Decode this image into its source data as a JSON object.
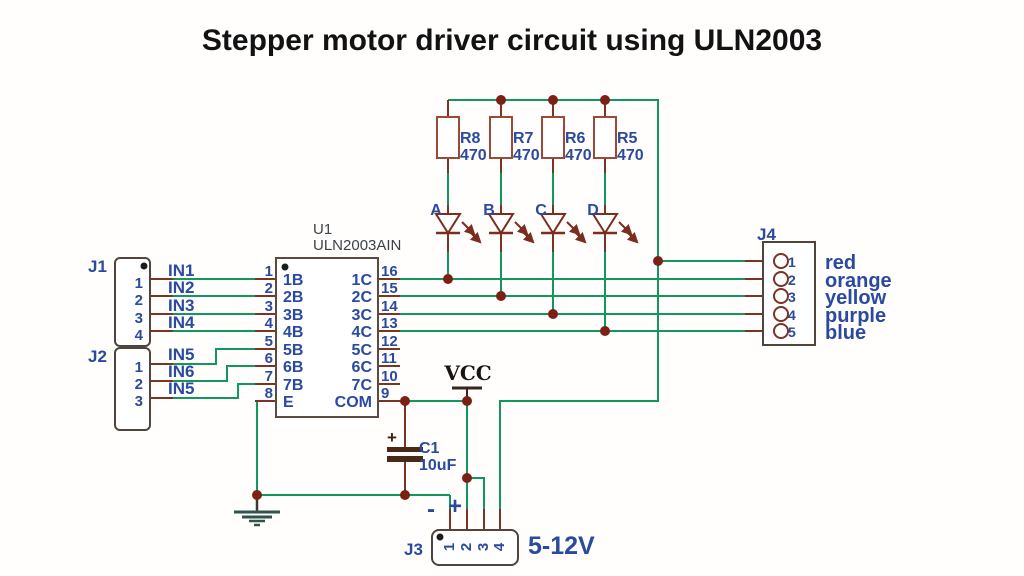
{
  "title": "Stepper motor driver circuit using ULN2003",
  "colors": {
    "wire_green": "#12985f",
    "component_red_brown": "#7b3322",
    "junction_dot": "#7b2014",
    "label_blue": "#2a4aa0",
    "title_black": "#121212"
  },
  "ic": {
    "ref": "U1",
    "part": "ULN2003AIN",
    "left_pins": [
      {
        "num": "1",
        "label": "1B"
      },
      {
        "num": "2",
        "label": "2B"
      },
      {
        "num": "3",
        "label": "3B"
      },
      {
        "num": "4",
        "label": "4B"
      },
      {
        "num": "5",
        "label": "5B"
      },
      {
        "num": "6",
        "label": "6B"
      },
      {
        "num": "7",
        "label": "7B"
      },
      {
        "num": "8",
        "label": "E"
      }
    ],
    "right_pins": [
      {
        "num": "16",
        "label": "1C"
      },
      {
        "num": "15",
        "label": "2C"
      },
      {
        "num": "14",
        "label": "3C"
      },
      {
        "num": "13",
        "label": "4C"
      },
      {
        "num": "12",
        "label": "5C"
      },
      {
        "num": "11",
        "label": "6C"
      },
      {
        "num": "10",
        "label": "7C"
      },
      {
        "num": "9",
        "label": "COM"
      }
    ]
  },
  "connectors": {
    "j1": {
      "ref": "J1",
      "pins": [
        "1",
        "2",
        "3",
        "4"
      ],
      "nets": [
        "IN1",
        "IN2",
        "IN3",
        "IN4"
      ]
    },
    "j2": {
      "ref": "J2",
      "pins": [
        "1",
        "2",
        "3"
      ],
      "nets": [
        "IN5",
        "IN6",
        "IN5"
      ]
    },
    "j3": {
      "ref": "J3",
      "pins": [
        "1",
        "2",
        "3",
        "4"
      ],
      "minus": "-",
      "plus": "+",
      "voltage": "5-12V"
    },
    "j4": {
      "ref": "J4",
      "pins": [
        "1",
        "2",
        "3",
        "4",
        "5"
      ],
      "wire_names": [
        "red",
        "orange",
        "yellow",
        "purple",
        "blue"
      ]
    }
  },
  "resistors": [
    {
      "ref": "R8",
      "value": "470"
    },
    {
      "ref": "R7",
      "value": "470"
    },
    {
      "ref": "R6",
      "value": "470"
    },
    {
      "ref": "R5",
      "value": "470"
    }
  ],
  "leds": [
    {
      "label": "A"
    },
    {
      "label": "B"
    },
    {
      "label": "C"
    },
    {
      "label": "D"
    }
  ],
  "capacitor": {
    "ref": "C1",
    "value": "10uF",
    "polarity": "+"
  },
  "power": {
    "vcc": "VCC"
  }
}
